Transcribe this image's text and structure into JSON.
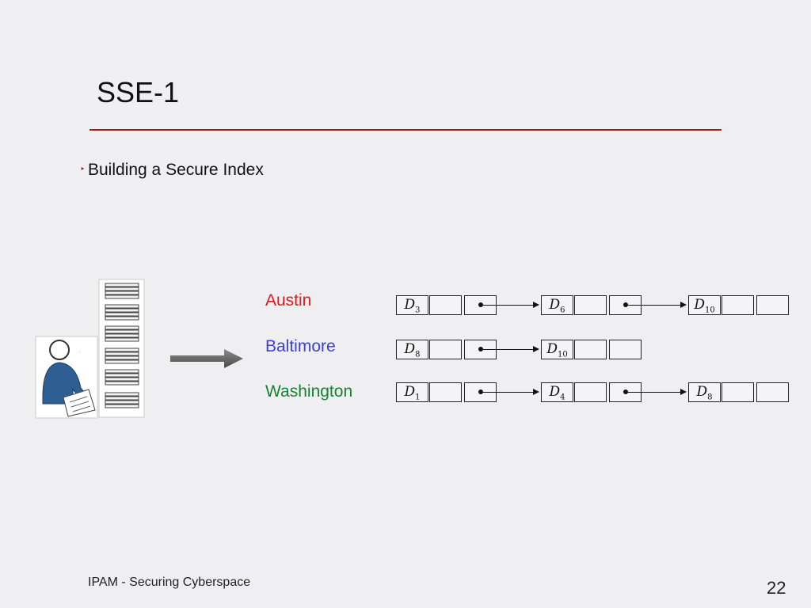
{
  "slide": {
    "title": "SSE-1",
    "bullet_marker": "‣",
    "bullet": "Building a Secure Index",
    "footer": "IPAM - Securing Cyberspace",
    "page_number": "22"
  },
  "colors": {
    "accent": "#9b1b1e",
    "austin": "#e0191c",
    "baltimore": "#3a3fd6",
    "washington": "#17832f"
  },
  "index": {
    "rows": [
      {
        "keyword": "Austin",
        "color": "#e0191c",
        "nodes": [
          {
            "letter": "D",
            "sub": "3"
          },
          {
            "letter": "D",
            "sub": "6"
          },
          {
            "letter": "D",
            "sub": "10"
          }
        ]
      },
      {
        "keyword": "Baltimore",
        "color": "#3a3fd6",
        "nodes": [
          {
            "letter": "D",
            "sub": "8"
          },
          {
            "letter": "D",
            "sub": "10"
          }
        ]
      },
      {
        "keyword": "Washington",
        "color": "#17832f",
        "nodes": [
          {
            "letter": "D",
            "sub": "1"
          },
          {
            "letter": "D",
            "sub": "4"
          },
          {
            "letter": "D",
            "sub": "8"
          }
        ]
      }
    ]
  },
  "icons": {
    "user": "user-writing-icon",
    "documents": "document-stack-icon",
    "arrow": "right-arrow-icon"
  }
}
